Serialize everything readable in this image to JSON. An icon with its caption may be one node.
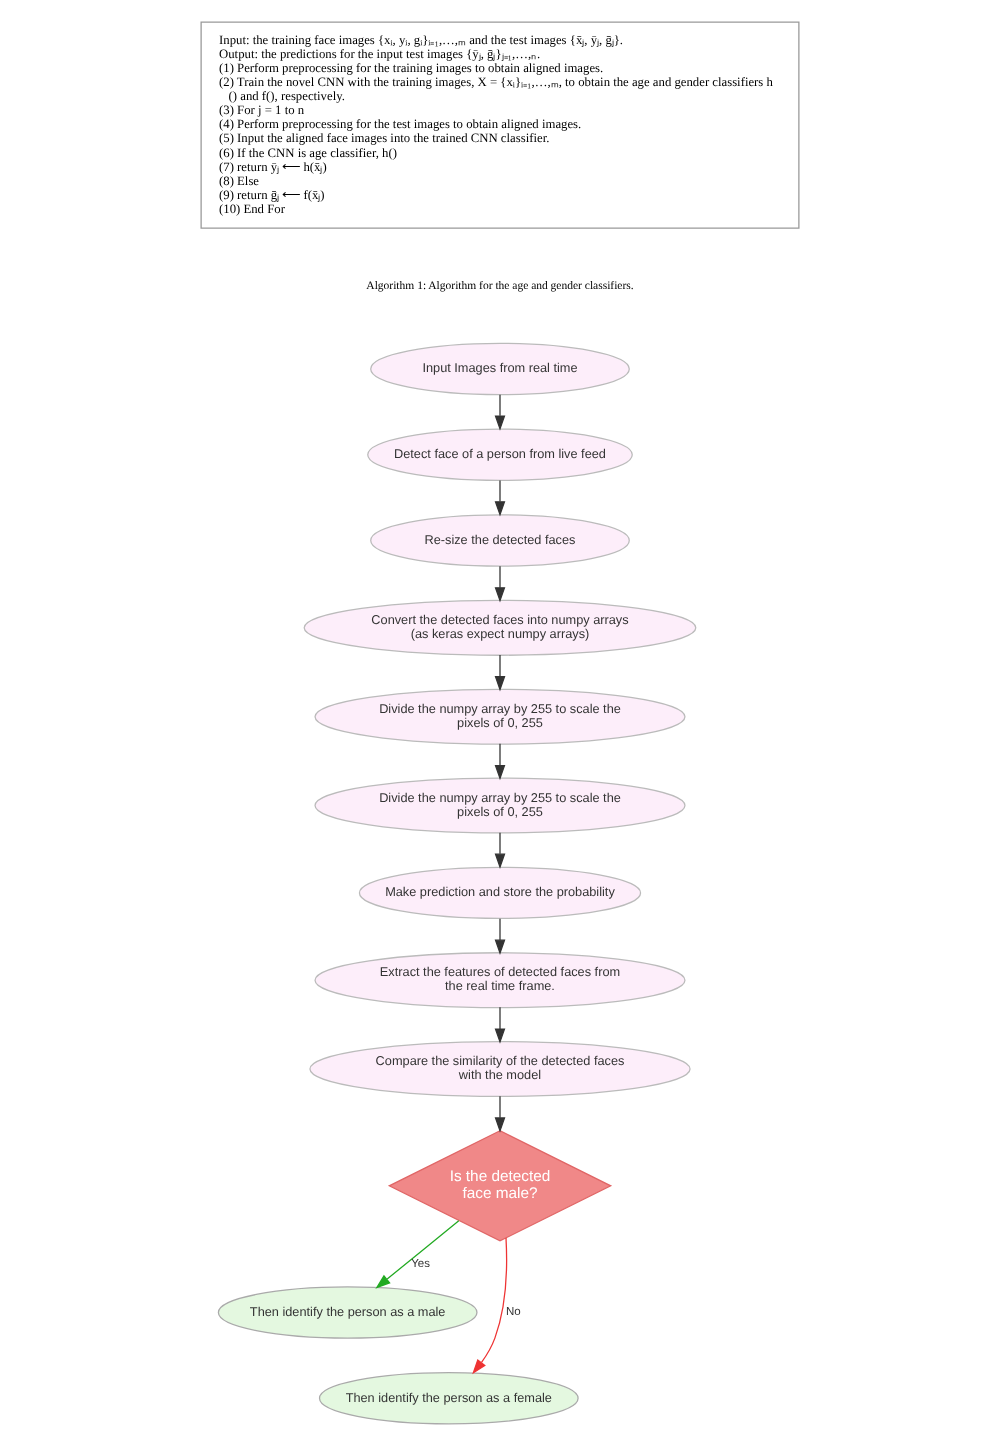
{
  "diagram": {
    "nodes": [
      {
        "text": [
          "Input: the training face images {xᵢ, yᵢ, gᵢ}ᵢ₌₁,…,ₘ and the test images {x̄ⱼ, ȳⱼ, ḡⱼ}.",
          "Output: the predictions for the input test images {ȳⱼ, ḡⱼ}ⱼ₌₁,…,ₙ.",
          "(1) Perform preprocessing for the training images to obtain aligned images.",
          "(2) Train the novel CNN with the training images, X = {xᵢ}ᵢ₌₁,…,ₘ, to obtain the age and gender classifiers h () and f(), respectively.",
          "(3) For j = 1 to n",
          "(4) Perform preprocessing for the test images to obtain aligned images.",
          "(5) Input the aligned face images into the trained CNN classifier.",
          "(6) If the CNN is age classifier, h()",
          "(7) return ȳⱼ ⟵ h(x̄ⱼ)",
          "(8) Else",
          "(9) return ḡⱼ ⟵ f(x̄ⱼ)",
          "(10) End For"
        ]
      },
      {
        "text": [
          "Input Images from real time"
        ]
      },
      {
        "text": [
          "Detect face of a person from live feed"
        ]
      },
      {
        "text": [
          "Re-size the detected faces"
        ]
      },
      {
        "text": [
          "Convert the detected faces into numpy arrays (as keras expect numpy arrays)"
        ]
      },
      {
        "text": [
          "Divide the numpy array by 255 to scale the pixels of 0, 255"
        ]
      },
      {
        "text": [
          "Divide the numpy array by 255 to scale the pixels of 0, 255"
        ]
      },
      {
        "text": [
          "Make prediction and store the probability"
        ]
      },
      {
        "text": [
          "Extract the features of detected faces from the real time frame."
        ]
      },
      {
        "text": [
          "Compare the similarity of the detected faces with the model"
        ]
      },
      {
        "text": [
          "Is the detected face male?"
        ]
      },
      {
        "text": [
          "Then identify the person as a male"
        ]
      },
      {
        "text": [
          "Then identify the person as a female"
        ]
      }
    ],
    "edges": [
      {
        "from": 1,
        "to": 2,
        "arrow": "to"
      },
      {
        "from": 2,
        "to": 3,
        "arrow": "to"
      },
      {
        "from": 3,
        "to": 4,
        "arrow": "to"
      },
      {
        "from": 4,
        "to": 5,
        "arrow": "to"
      },
      {
        "from": 5,
        "to": 6,
        "arrow": "to"
      },
      {
        "from": 6,
        "to": 7,
        "arrow": "to"
      },
      {
        "from": 7,
        "to": 8,
        "arrow": "to"
      },
      {
        "from": 8,
        "to": 9,
        "arrow": "to"
      },
      {
        "from": 9,
        "to": 10,
        "arrow": "to"
      },
      {
        "from": 10,
        "to": 11,
        "arrow": "to",
        "label": "Yes",
        "color": "#22aa22"
      },
      {
        "from": 10,
        "to": 12,
        "arrow": "to",
        "label": "No",
        "color": "#ee3333"
      }
    ],
    "labels": [
      "Algorithm 1: Algorithm for the age and gender classifiers."
    ]
  }
}
